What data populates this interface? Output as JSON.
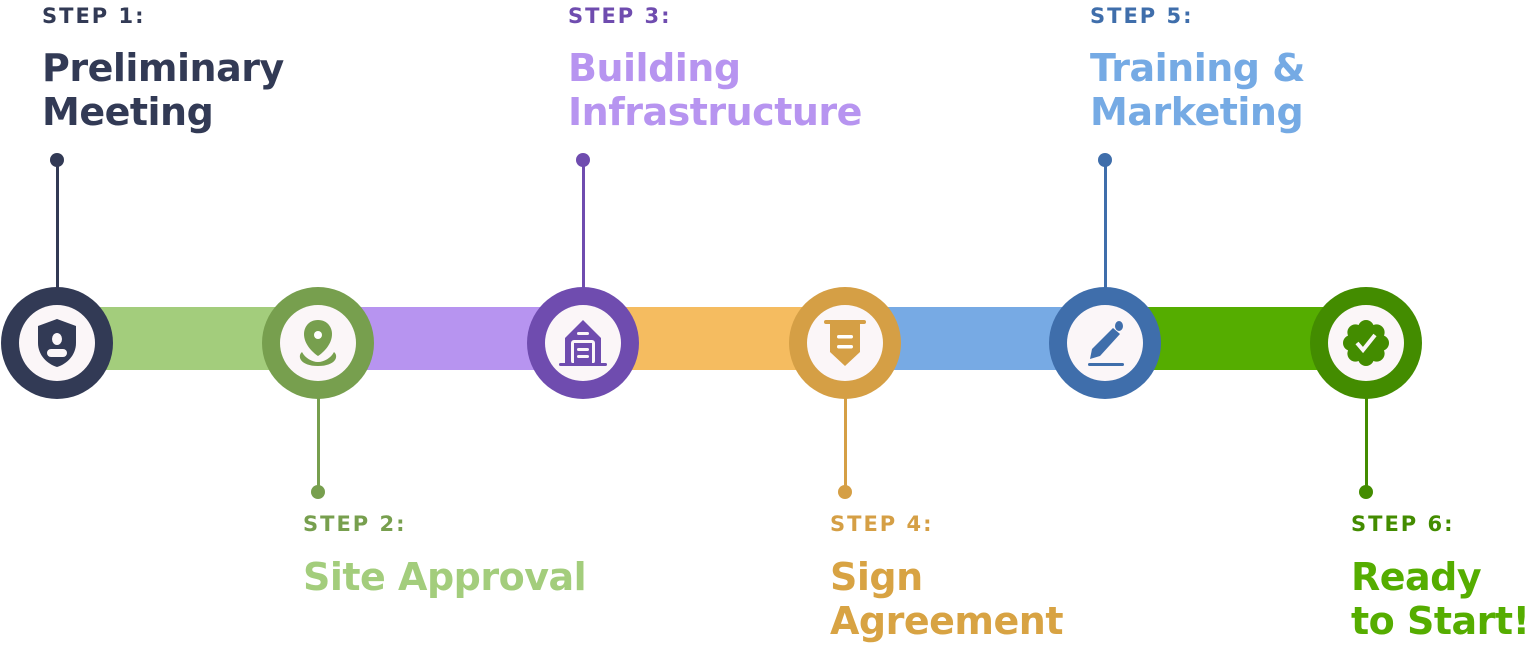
{
  "steps": [
    {
      "label": "STEP 1:",
      "title_lines": [
        "Preliminary",
        "Meeting"
      ],
      "icon": "shield-user-icon",
      "ring": "#323a55",
      "label_color": "#323a55",
      "title_color": "#323a55"
    },
    {
      "label": "STEP 2:",
      "title_lines": [
        "Site Approval"
      ],
      "icon": "location-pin-icon",
      "ring": "#779f4e",
      "label_color": "#779f4e",
      "title_color": "#a3cd7c"
    },
    {
      "label": "STEP 3:",
      "title_lines": [
        "Building",
        "Infrastructure"
      ],
      "icon": "warehouse-icon",
      "ring": "#6f4caf",
      "label_color": "#6f4caf",
      "title_color": "#b794f0"
    },
    {
      "label": "STEP 4:",
      "title_lines": [
        "Sign",
        "Agreement"
      ],
      "icon": "banner-document-icon",
      "ring": "#d59f45",
      "label_color": "#d59f45",
      "title_color": "#d8a343"
    },
    {
      "label": "STEP 5:",
      "title_lines": [
        "Training &",
        "Marketing"
      ],
      "icon": "pen-sign-icon",
      "ring": "#3f6eab",
      "label_color": "#3f6eab",
      "title_color": "#75aae4"
    },
    {
      "label": "STEP 6:",
      "title_lines": [
        "Ready",
        "to Start!"
      ],
      "icon": "verified-badge-icon",
      "ring": "#438c00",
      "label_color": "#438c00",
      "title_color": "#55ad00"
    }
  ],
  "bar_colors": [
    "#a3cd7c",
    "#b794f0",
    "#f5bc60",
    "#77aae4",
    "#55ad00"
  ]
}
